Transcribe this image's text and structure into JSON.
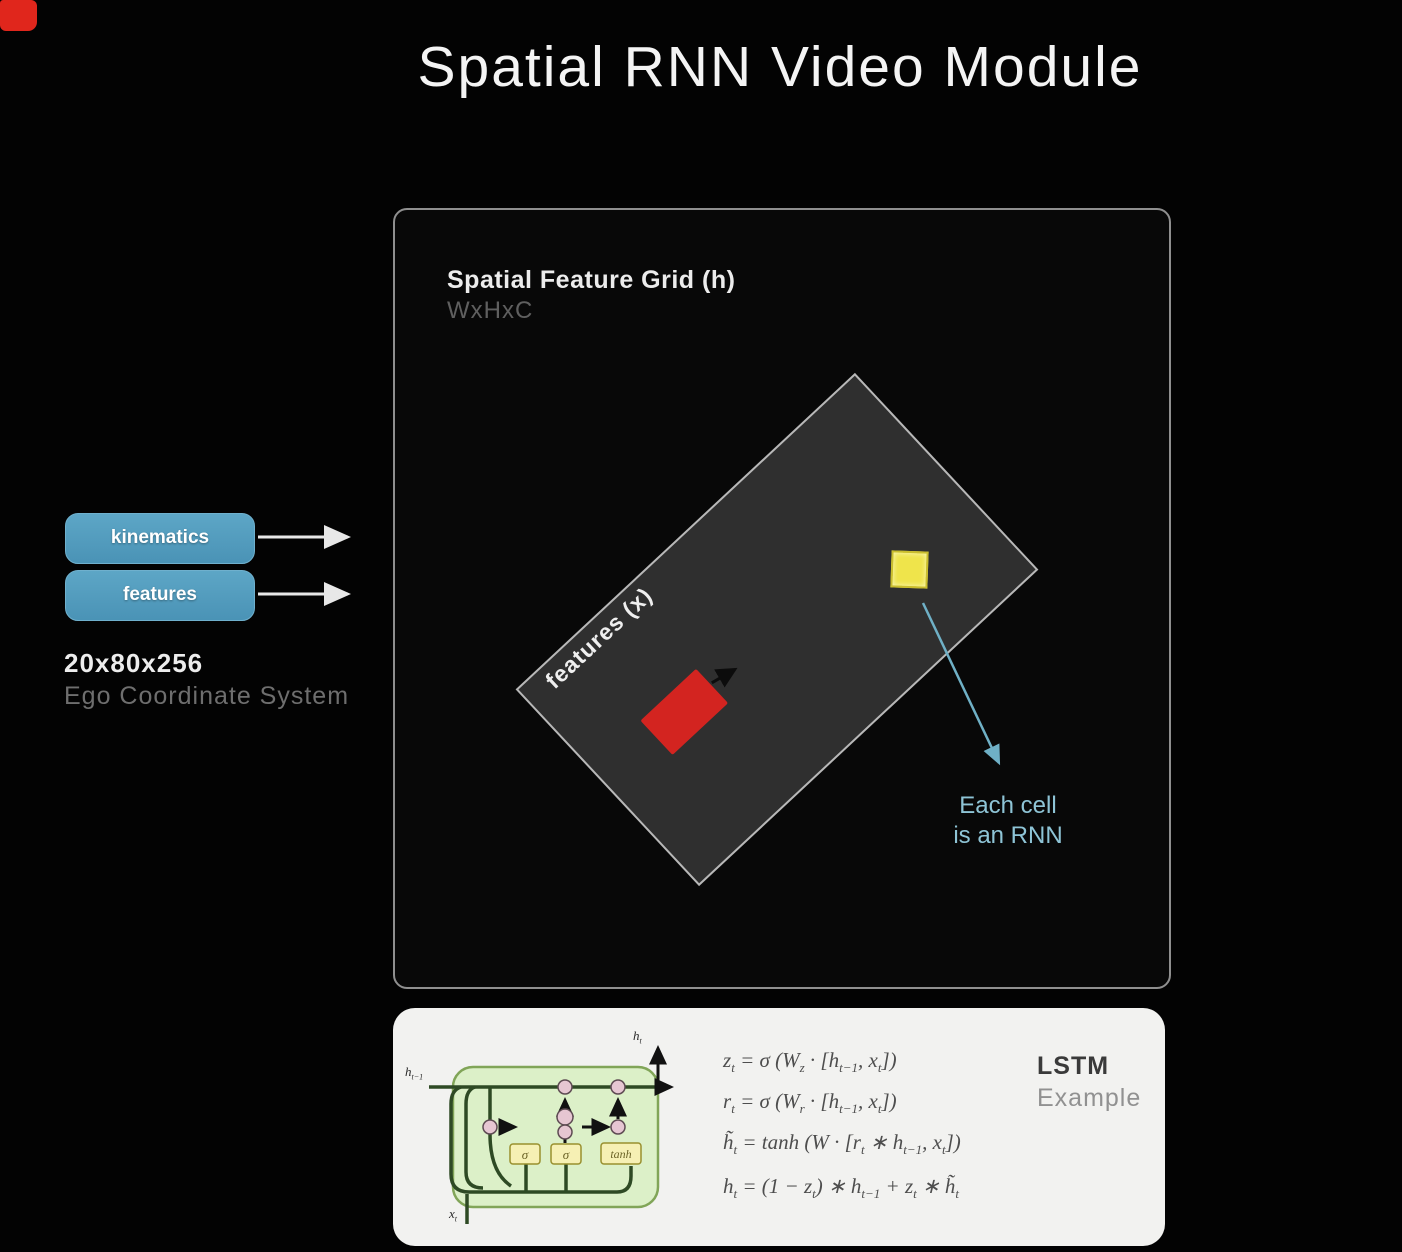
{
  "title": "Spatial RNN Video Module",
  "corner_mark": {
    "color": "#e0261c"
  },
  "left_inputs": {
    "buttons": [
      {
        "label": "kinematics"
      },
      {
        "label": "features"
      }
    ],
    "dims": "20x80x256",
    "coord": "Ego Coordinate System"
  },
  "grid_box": {
    "heading": "Spatial Feature Grid (h)",
    "sub": "WxHxC",
    "grid_label": "features (x)",
    "callout_line1": "Each cell",
    "callout_line2": "is an RNN"
  },
  "colors": {
    "button_blue": "#4f9abd",
    "grid_fill": "#2f2f2f",
    "grid_border": "#b8b8b8",
    "vehicle_red": "#d32420",
    "cell_yellow": "#efe44b",
    "callout_teal": "#8ec4d6",
    "arrow_white": "#e8e8e8",
    "diagram_green_fill": "#dcf0c8",
    "diagram_green_line": "#2e4a24",
    "gate_yellow": "#f6f0b4"
  },
  "lstm": {
    "title": "LSTM",
    "subtitle": "Example",
    "gates": {
      "g1": "σ",
      "g2": "σ",
      "g3": "tanh"
    },
    "labels": {
      "h_prev": [
        [
          "h"
        ],
        [
          "t−1",
          "sub"
        ]
      ],
      "h_out": [
        [
          "h"
        ],
        [
          "t",
          "sub"
        ]
      ],
      "x_in": [
        [
          "x"
        ],
        [
          "t",
          "sub"
        ]
      ]
    },
    "equations": [
      {
        "parts": [
          [
            "z"
          ],
          [
            "t",
            "sub"
          ],
          [
            " = σ (W"
          ],
          [
            "z",
            "sub"
          ],
          [
            " · [h"
          ],
          [
            "t−1",
            "sub"
          ],
          [
            ", x"
          ],
          [
            "t",
            "sub"
          ],
          [
            "])"
          ]
        ]
      },
      {
        "parts": [
          [
            "r"
          ],
          [
            "t",
            "sub"
          ],
          [
            " = σ (W"
          ],
          [
            "r",
            "sub"
          ],
          [
            " · [h"
          ],
          [
            "t−1",
            "sub"
          ],
          [
            ", x"
          ],
          [
            "t",
            "sub"
          ],
          [
            "])"
          ]
        ]
      },
      {
        "parts": [
          [
            "h̃"
          ],
          [
            "t",
            "sub"
          ],
          [
            " = tanh (W · [r"
          ],
          [
            "t",
            "sub"
          ],
          [
            " ∗ h"
          ],
          [
            "t−1",
            "sub"
          ],
          [
            ", x"
          ],
          [
            "t",
            "sub"
          ],
          [
            "])"
          ]
        ]
      },
      {
        "parts": [
          [
            "h"
          ],
          [
            "t",
            "sub"
          ],
          [
            " = (1 − z"
          ],
          [
            "t",
            "sub"
          ],
          [
            ") ∗ h"
          ],
          [
            "t−1",
            "sub"
          ],
          [
            " + z"
          ],
          [
            "t",
            "sub"
          ],
          [
            " ∗ h̃"
          ],
          [
            "t",
            "sub"
          ]
        ]
      }
    ]
  }
}
